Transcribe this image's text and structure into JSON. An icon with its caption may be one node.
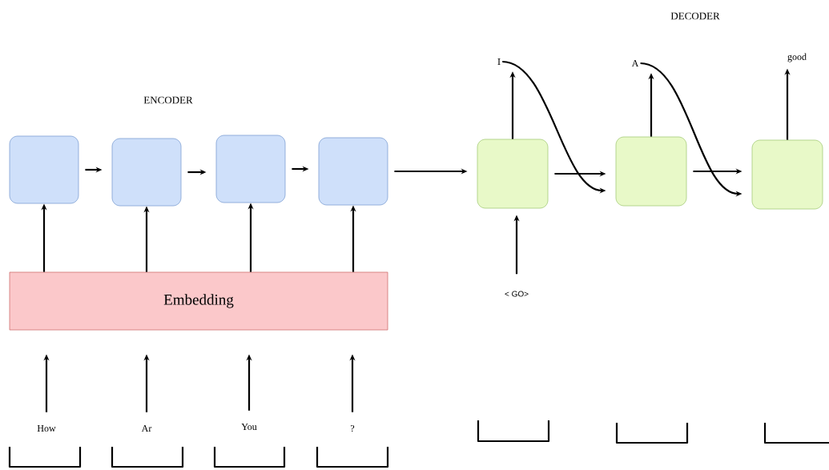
{
  "diagram": {
    "nodes": [
      {
        "text": [],
        "shape": "box"
      },
      {
        "text": [],
        "shape": "box"
      },
      {
        "text": [],
        "shape": "box"
      },
      {
        "text": [],
        "shape": "box"
      },
      {
        "text": [
          "Embedding"
        ]
      },
      {
        "text": [
          "How"
        ]
      },
      {
        "text": [
          "Ar"
        ]
      },
      {
        "text": [
          "You"
        ]
      },
      {
        "text": [
          "?"
        ]
      },
      {
        "text": [],
        "shape": "box"
      },
      {
        "text": [],
        "shape": "box"
      },
      {
        "text": [],
        "shape": "box"
      },
      {
        "text": [
          "I"
        ]
      },
      {
        "text": [
          "A"
        ]
      },
      {
        "text": [
          "good"
        ]
      },
      {
        "text": [
          "< GO>"
        ]
      }
    ],
    "edges": [
      {
        "from": 0,
        "to": 1,
        "arrow": "to"
      },
      {
        "from": 1,
        "to": 2,
        "arrow": "to"
      },
      {
        "from": 2,
        "to": 3,
        "arrow": "to"
      },
      {
        "from": 3,
        "to": 9,
        "arrow": "to"
      },
      {
        "from": 9,
        "to": 10,
        "arrow": "to"
      },
      {
        "from": 10,
        "to": 11,
        "arrow": "to"
      },
      {
        "from": 4,
        "to": 0,
        "arrow": "to"
      },
      {
        "from": 4,
        "to": 1,
        "arrow": "to"
      },
      {
        "from": 4,
        "to": 2,
        "arrow": "to"
      },
      {
        "from": 4,
        "to": 3,
        "arrow": "to"
      },
      {
        "from": 5,
        "to": 4,
        "arrow": "to"
      },
      {
        "from": 6,
        "to": 4,
        "arrow": "to"
      },
      {
        "from": 7,
        "to": 4,
        "arrow": "to"
      },
      {
        "from": 8,
        "to": 4,
        "arrow": "to"
      },
      {
        "from": 15,
        "to": 9,
        "arrow": "to"
      },
      {
        "from": 9,
        "to": 12,
        "arrow": "to"
      },
      {
        "from": 10,
        "to": 13,
        "arrow": "to"
      },
      {
        "from": 11,
        "to": 14,
        "arrow": "to"
      },
      {
        "from": 12,
        "to": 10,
        "arrow": "to"
      },
      {
        "from": 13,
        "to": 11,
        "arrow": "to"
      }
    ],
    "labels": [
      "DECODER",
      "ENCODER"
    ]
  }
}
